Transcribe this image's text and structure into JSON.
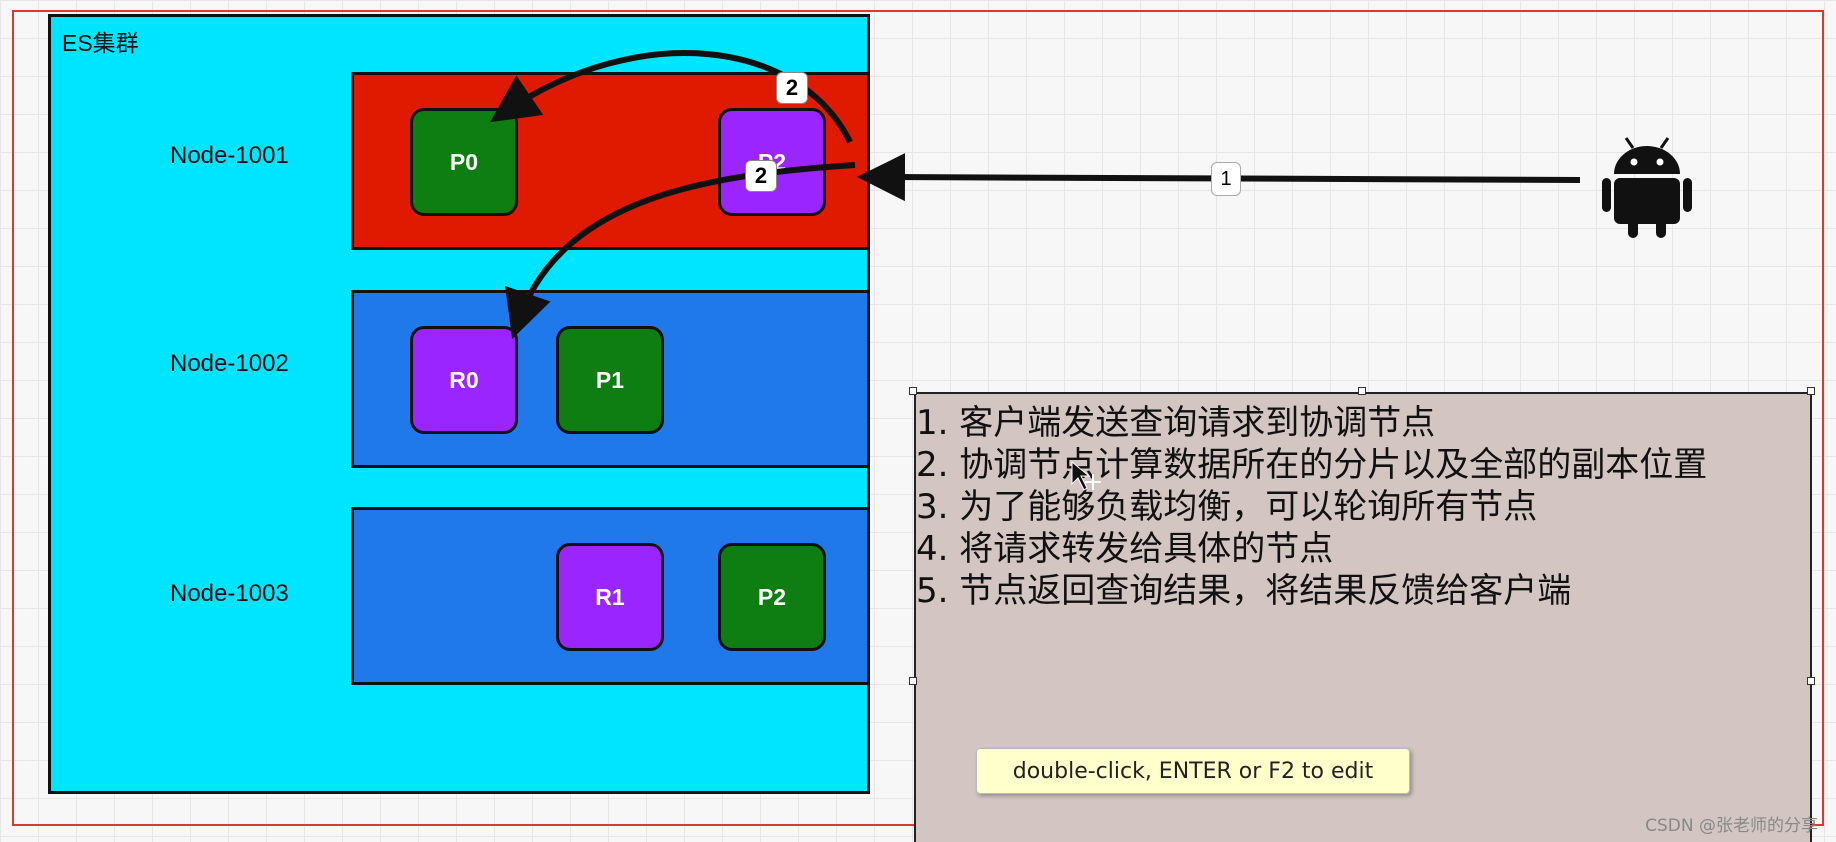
{
  "cluster": {
    "title": "ES集群"
  },
  "nodes": [
    {
      "label": "Node-1001",
      "color": "#e01a00"
    },
    {
      "label": "Node-1002",
      "color": "#1f79ea"
    },
    {
      "label": "Node-1003",
      "color": "#1f79ea"
    }
  ],
  "shards": {
    "p0": "P0",
    "p2_hidden": "P2",
    "r0": "R0",
    "p1": "P1",
    "r1": "R1",
    "p2": "P2"
  },
  "colors": {
    "primary_shard": "#0e7d12",
    "replica_shard": "#9b25ff",
    "cluster_bg": "#00e5ff",
    "notes_bg": "#d3c6c2"
  },
  "arrows": {
    "step1": "1",
    "step2a": "2",
    "step2b": "2"
  },
  "client": {
    "icon": "android-icon"
  },
  "notes": [
    "1. 客户端发送查询请求到协调节点",
    "2. 协调节点计算数据所在的分片以及全部的副本位置",
    "3. 为了能够负载均衡，可以轮询所有节点",
    "4. 将请求转发给具体的节点",
    "5. 节点返回查询结果，将结果反馈给客户端"
  ],
  "tooltip": "double-click, ENTER or F2 to edit",
  "watermark": "CSDN @张老师的分享"
}
